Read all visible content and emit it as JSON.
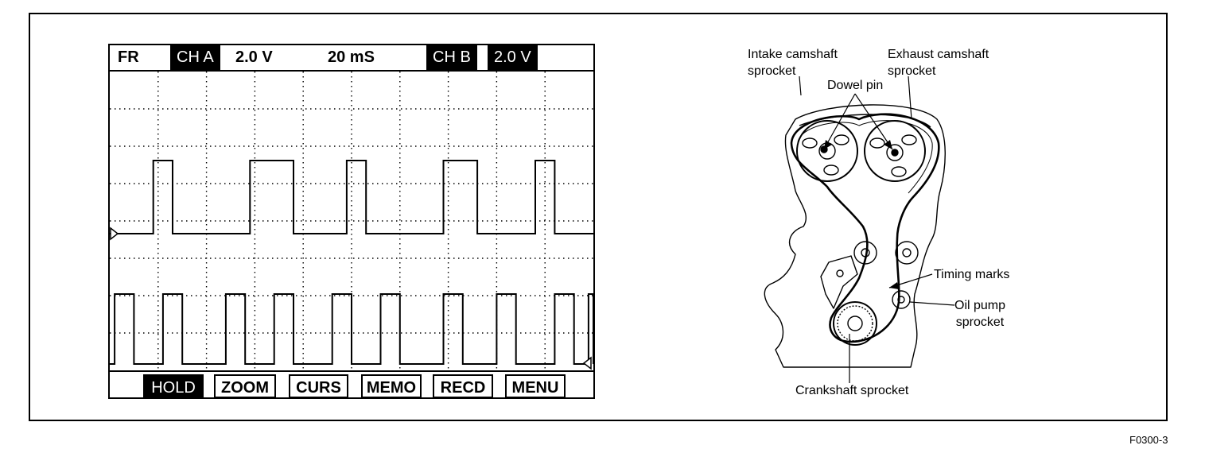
{
  "scope": {
    "header": {
      "mode": "FR",
      "channel_a_label": "CH A",
      "channel_a_scale": "2.0 V",
      "time_base": "20 mS",
      "channel_b_label": "CH B",
      "channel_b_scale": "2.0 V"
    },
    "buttons": {
      "hold": "HOLD",
      "zoom": "ZOOM",
      "curs": "CURS",
      "memo": "MEMO",
      "recd": "RECD",
      "menu": "MENU"
    },
    "channel_a_high_intervals": [
      [
        0.09,
        0.13
      ],
      [
        0.29,
        0.38
      ],
      [
        0.49,
        0.53
      ],
      [
        0.69,
        0.76
      ],
      [
        0.88,
        0.92
      ]
    ],
    "channel_b_high_intervals": [
      [
        0.01,
        0.05
      ],
      [
        0.11,
        0.15
      ],
      [
        0.24,
        0.28
      ],
      [
        0.34,
        0.38
      ],
      [
        0.46,
        0.5
      ],
      [
        0.56,
        0.6
      ],
      [
        0.69,
        0.73
      ],
      [
        0.8,
        0.84
      ],
      [
        0.92,
        0.96
      ],
      [
        0.99,
        1.0
      ]
    ]
  },
  "diagram": {
    "labels": {
      "intake": "Intake camshaft\nsprocket",
      "exhaust": "Exhaust camshaft\nsprocket",
      "dowel": "Dowel pin",
      "timing": "Timing marks",
      "oil_pump": "Oil pump\nsprocket",
      "crankshaft": "Crankshaft sprocket"
    }
  },
  "figure_id": "F0300-3"
}
